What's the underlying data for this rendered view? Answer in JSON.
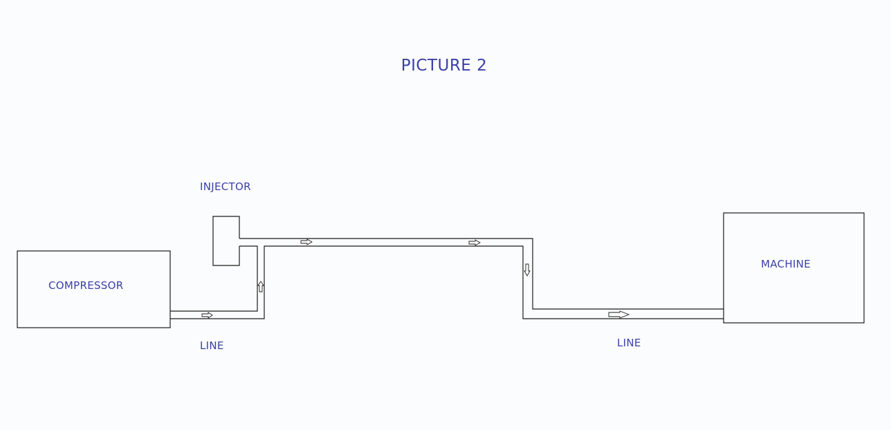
{
  "title": "PICTURE 2",
  "labels": {
    "injector": "INJECTOR",
    "compressor": "COMPRESSOR",
    "machine": "MACHINE",
    "line_left": "LINE",
    "line_right": "LINE"
  },
  "colors": {
    "text": "#3a3fa8",
    "stroke": "#1a1a1a",
    "background": "#fbfcfd"
  }
}
